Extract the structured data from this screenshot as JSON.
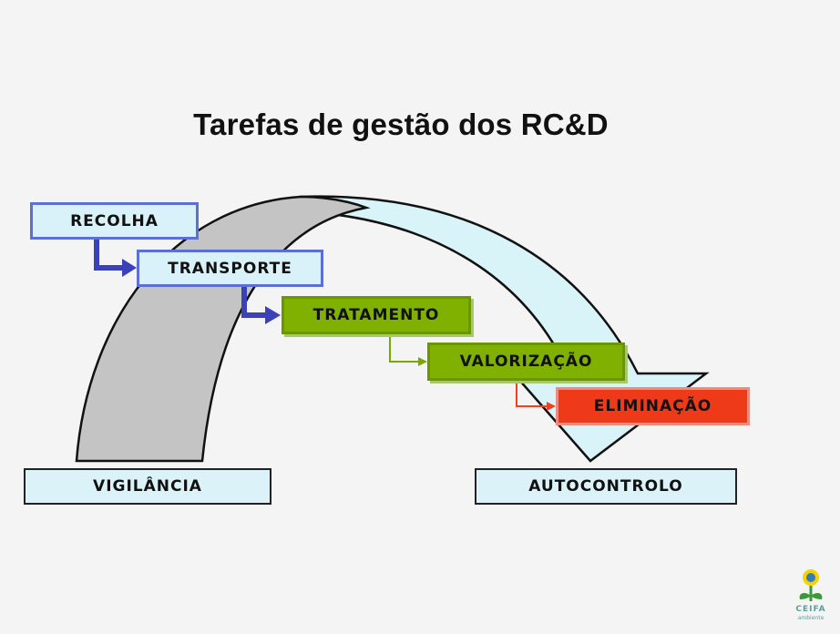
{
  "title": "Tarefas de gestão dos  RC&D",
  "steps": [
    {
      "label": "RECOLHA"
    },
    {
      "label": "TRANSPORTE"
    },
    {
      "label": "TRATAMENTO"
    },
    {
      "label": "VALORIZAÇÃO"
    },
    {
      "label": "ELIMINAÇÃO"
    }
  ],
  "base": {
    "left": "VIGILÂNCIA",
    "right": "AUTOCONTROLO"
  },
  "logo": {
    "name": "CEIFA",
    "tagline": "ambiente",
    "icon": "sunflower-logo-icon"
  },
  "colors": {
    "background": "#f4f4f4",
    "arch_left": "#c4c4c4",
    "arch_right": "#d8f4f8",
    "blue_step_fill": "#d9f2fa",
    "blue_step_border": "#5b6fd6",
    "green_step": "#80b000",
    "red_step": "#ef3a1a",
    "blue_connector": "#3b42b8",
    "green_connector": "#7aa800",
    "red_connector": "#ef4020"
  }
}
